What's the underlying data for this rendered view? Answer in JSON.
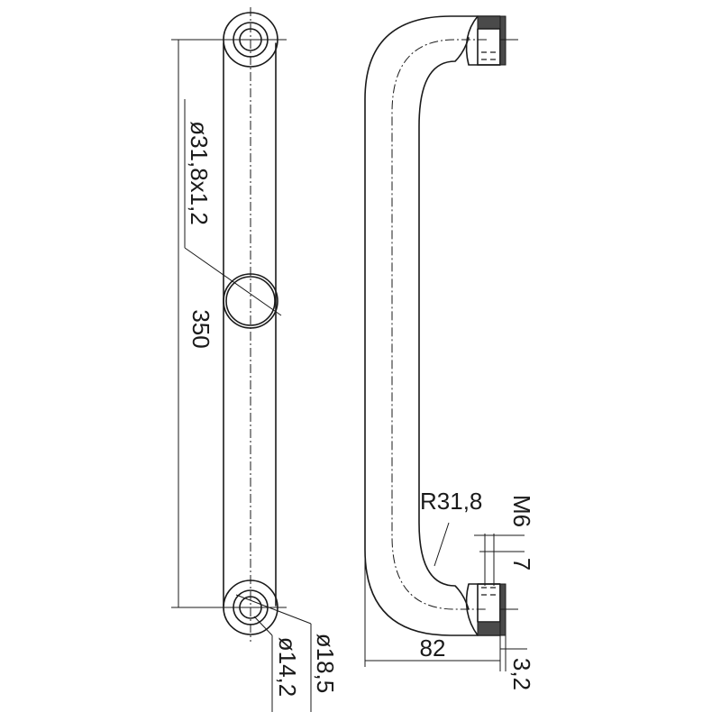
{
  "dimensions": {
    "tube": "ø31,8x1,2",
    "length": "350",
    "outer_diameter": "ø18,5",
    "inner_diameter": "ø14,2",
    "radius": "R31,8",
    "thread": "M6",
    "thread_depth": "7",
    "depth": "82",
    "plate_thickness": "3,2"
  }
}
